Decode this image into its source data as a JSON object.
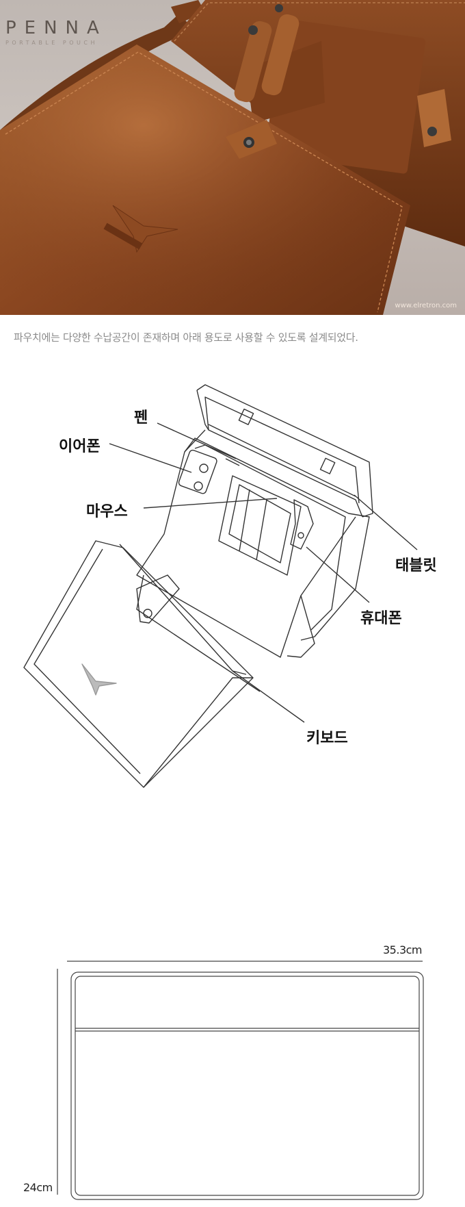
{
  "hero": {
    "brand_name": "PENNA",
    "brand_subtitle": "PORTABLE POUCH",
    "watermark": "www.elretron.com"
  },
  "caption": "파우치에는 다양한 수납공간이 존재하며 아래 용도로 사용할 수 있도록 설계되었다.",
  "diagram": {
    "labels": {
      "pen": "펜",
      "earphone": "이어폰",
      "mouse": "마우스",
      "tablet": "태블릿",
      "phone": "휴대폰",
      "keyboard": "키보드"
    }
  },
  "dimensions": {
    "width_label": "35.3cm",
    "height_label": "24cm"
  },
  "colors": {
    "leather": "#7a3e1c",
    "leather_light": "#a55c2f",
    "background_photo": "#c3bab4",
    "line": "#333333"
  }
}
